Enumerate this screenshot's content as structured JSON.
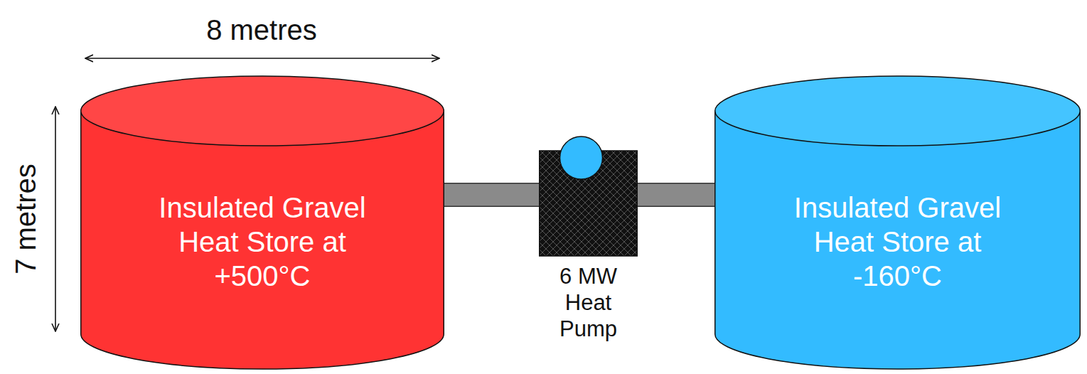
{
  "diagram": {
    "nodes": [
      {
        "text": [
          "Insulated Gravel Heat Store at +500°C"
        ]
      },
      {
        "text": [
          "6 MW Heat Pump"
        ]
      },
      {
        "text": [
          "Insulated Gravel Heat Store at -160°C"
        ]
      }
    ],
    "edges": [
      {
        "from": 0,
        "to": 1,
        "arrow": "none"
      },
      {
        "from": 1,
        "to": 2,
        "arrow": "none"
      }
    ],
    "labels": [
      "8 metres",
      "7 metres"
    ]
  }
}
